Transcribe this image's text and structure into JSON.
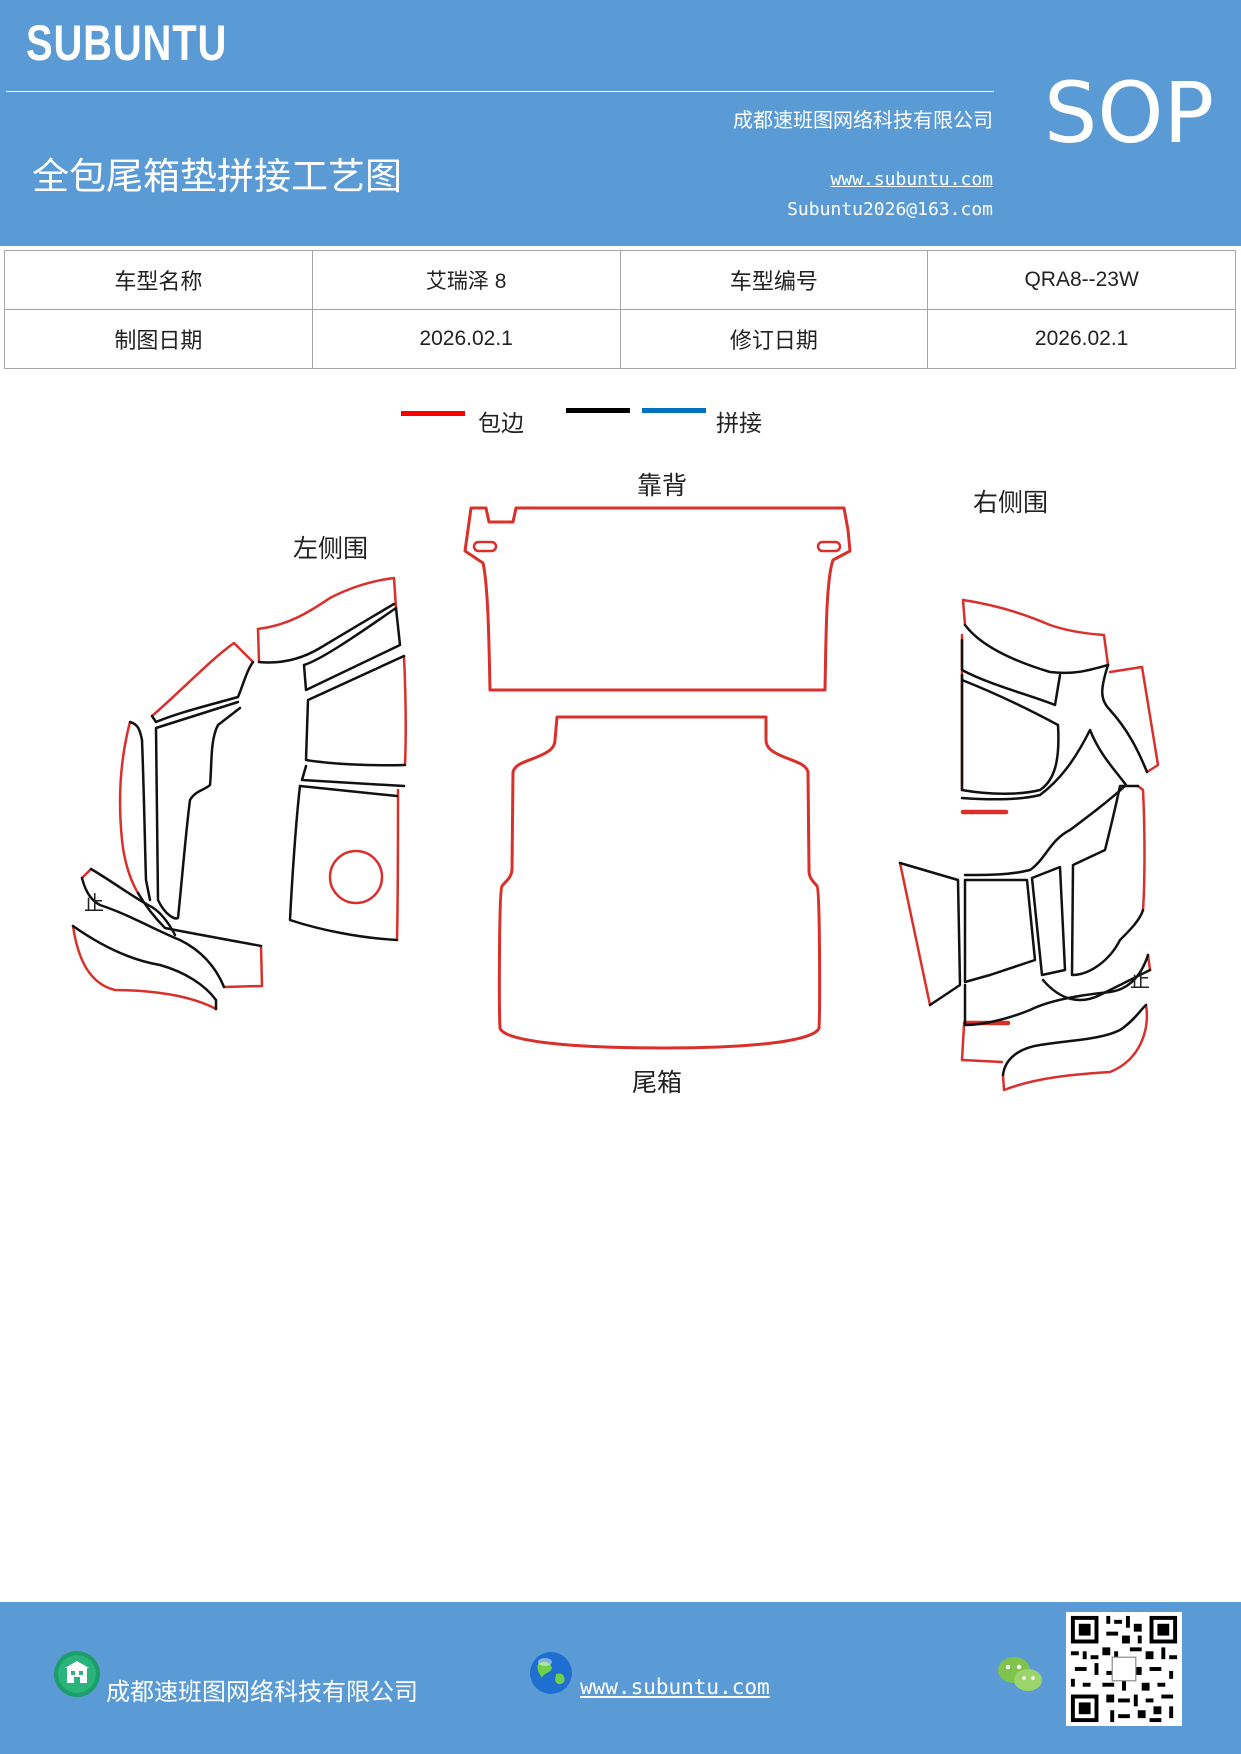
{
  "header": {
    "brand": "SUBUNTU",
    "company": "成都速班图网络科技有限公司",
    "title": "全包尾箱垫拼接工艺图",
    "website": "www.subuntu.com",
    "email": "Subuntu2026@163.com",
    "sop": "SOP"
  },
  "info_table": {
    "row1": {
      "label1": "车型名称",
      "value1": "艾瑞泽 8",
      "label2": "车型编号",
      "value2": "QRA8--23W"
    },
    "row2": {
      "label1": "制图日期",
      "value1": "2026.02.1",
      "label2": "修订日期",
      "value2": "2026.02.1"
    }
  },
  "legend": {
    "items": [
      {
        "label": "包边",
        "color": "#ff0000"
      },
      {
        "label": "",
        "color": "#000000"
      },
      {
        "label": "拼接",
        "color": "#0070c0"
      }
    ]
  },
  "drawing": {
    "labels": {
      "backrest": "靠背",
      "left_side": "左侧围",
      "right_side": "右侧围",
      "trunk": "尾箱",
      "stop_left": "止",
      "stop_right": "止"
    },
    "colors": {
      "edge": "#d9302b",
      "seam": "#111111"
    }
  },
  "footer": {
    "company": "成都速班图网络科技有限公司",
    "website": "www.subuntu.com"
  }
}
